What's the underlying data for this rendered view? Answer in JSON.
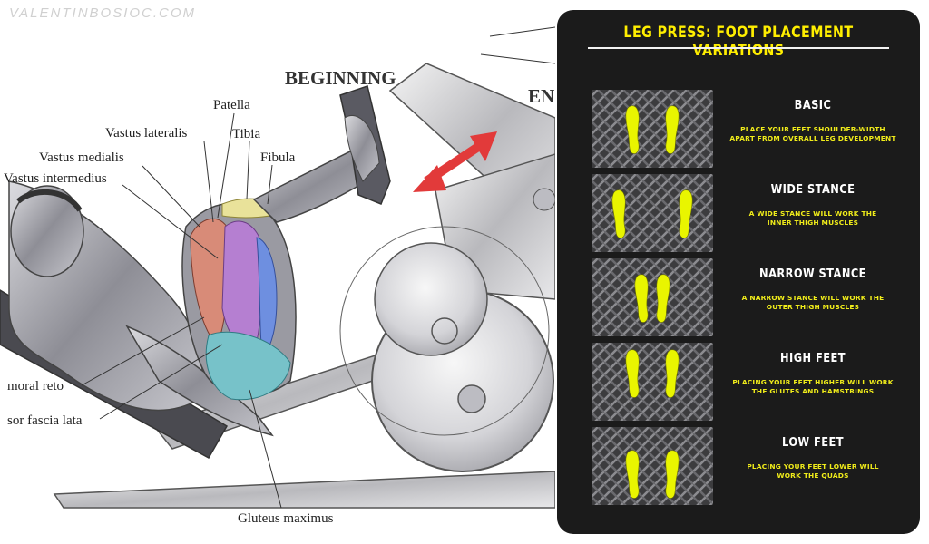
{
  "watermark": "VALENTINBOSIOC.COM",
  "illustration": {
    "beginning_label": "BEGINNING",
    "end_label": "EN",
    "muscle_labels": {
      "patella": "Patella",
      "vastus_lateralis": "Vastus lateralis",
      "tibia": "Tibia",
      "vastus_medialis": "Vastus medialis",
      "fibula": "Fibula",
      "vastus_intermedius": "Vastus intermedius",
      "femoral_reto": "moral reto",
      "tensor_fascia_lata": "sor fascia lata",
      "gluteus_maximus": "Gluteus maximus"
    }
  },
  "panel": {
    "title": "LEG PRESS: FOOT PLACEMENT VARIATIONS",
    "accent_color": "#ffee00",
    "background_color": "#1b1b1b",
    "variations": [
      {
        "name": "BASIC",
        "line1": "PLACE YOUR FEET SHOULDER-WIDTH",
        "line2": "APART FROM OVERALL LEG DEVELOPMENT",
        "icon": "feet-basic-icon"
      },
      {
        "name": "WIDE STANCE",
        "line1": "A WIDE STANCE WILL WORK THE",
        "line2": "INNER THIGH MUSCLES",
        "icon": "feet-wide-icon"
      },
      {
        "name": "NARROW STANCE",
        "line1": "A NARROW STANCE WILL WORK THE",
        "line2": "OUTER THIGH MUSCLES",
        "icon": "feet-narrow-icon"
      },
      {
        "name": "HIGH FEET",
        "line1": "PLACING YOUR FEET HIGHER WILL WORK",
        "line2": "THE GLUTES AND HAMSTRINGS",
        "icon": "feet-high-icon"
      },
      {
        "name": "LOW FEET",
        "line1": "PLACING YOUR FEET LOWER WILL",
        "line2": "WORK THE QUADS",
        "icon": "feet-low-icon"
      }
    ]
  }
}
